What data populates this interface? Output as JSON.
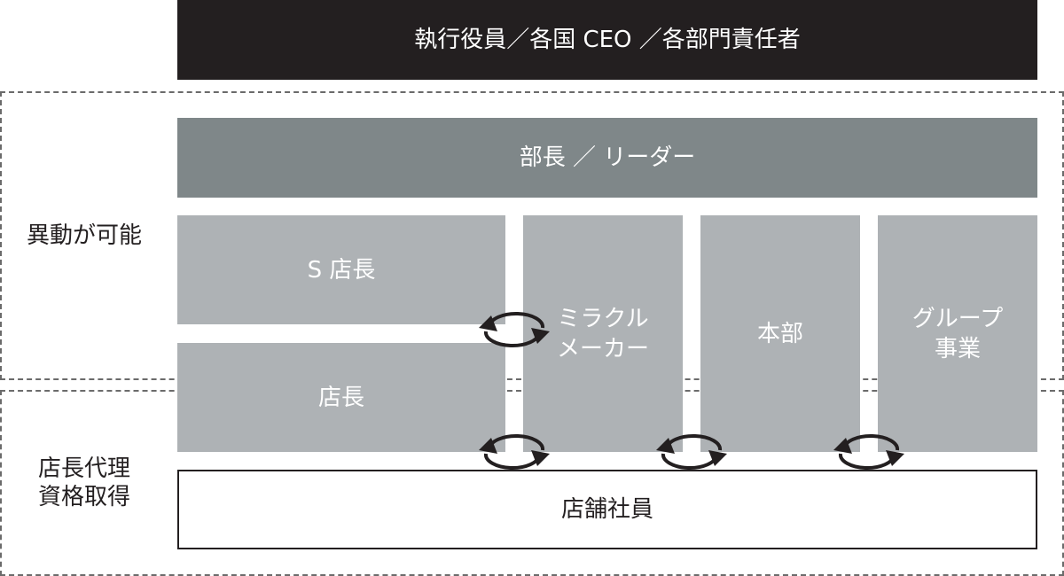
{
  "top": {
    "label": "執行役員／各国 CEO ／各部門責任者"
  },
  "manager": {
    "label": "部長 ／ リーダー"
  },
  "s_store": {
    "label": "S 店長"
  },
  "store": {
    "label": "店長"
  },
  "miracle": {
    "label": "ミラクル\nメーカー"
  },
  "hq": {
    "label": "本部"
  },
  "group": {
    "label": "グループ\n事業"
  },
  "staff": {
    "label": "店舗社員"
  },
  "zones": {
    "transfer": "異動が可能",
    "qualify": "店長代理\n資格取得"
  },
  "colors": {
    "dark": "#231f20",
    "manager": "#7f8789",
    "role": "#aeb2b5",
    "dashed": "#6b6b6b"
  },
  "icons": [
    "exchange-arrows-icon"
  ]
}
